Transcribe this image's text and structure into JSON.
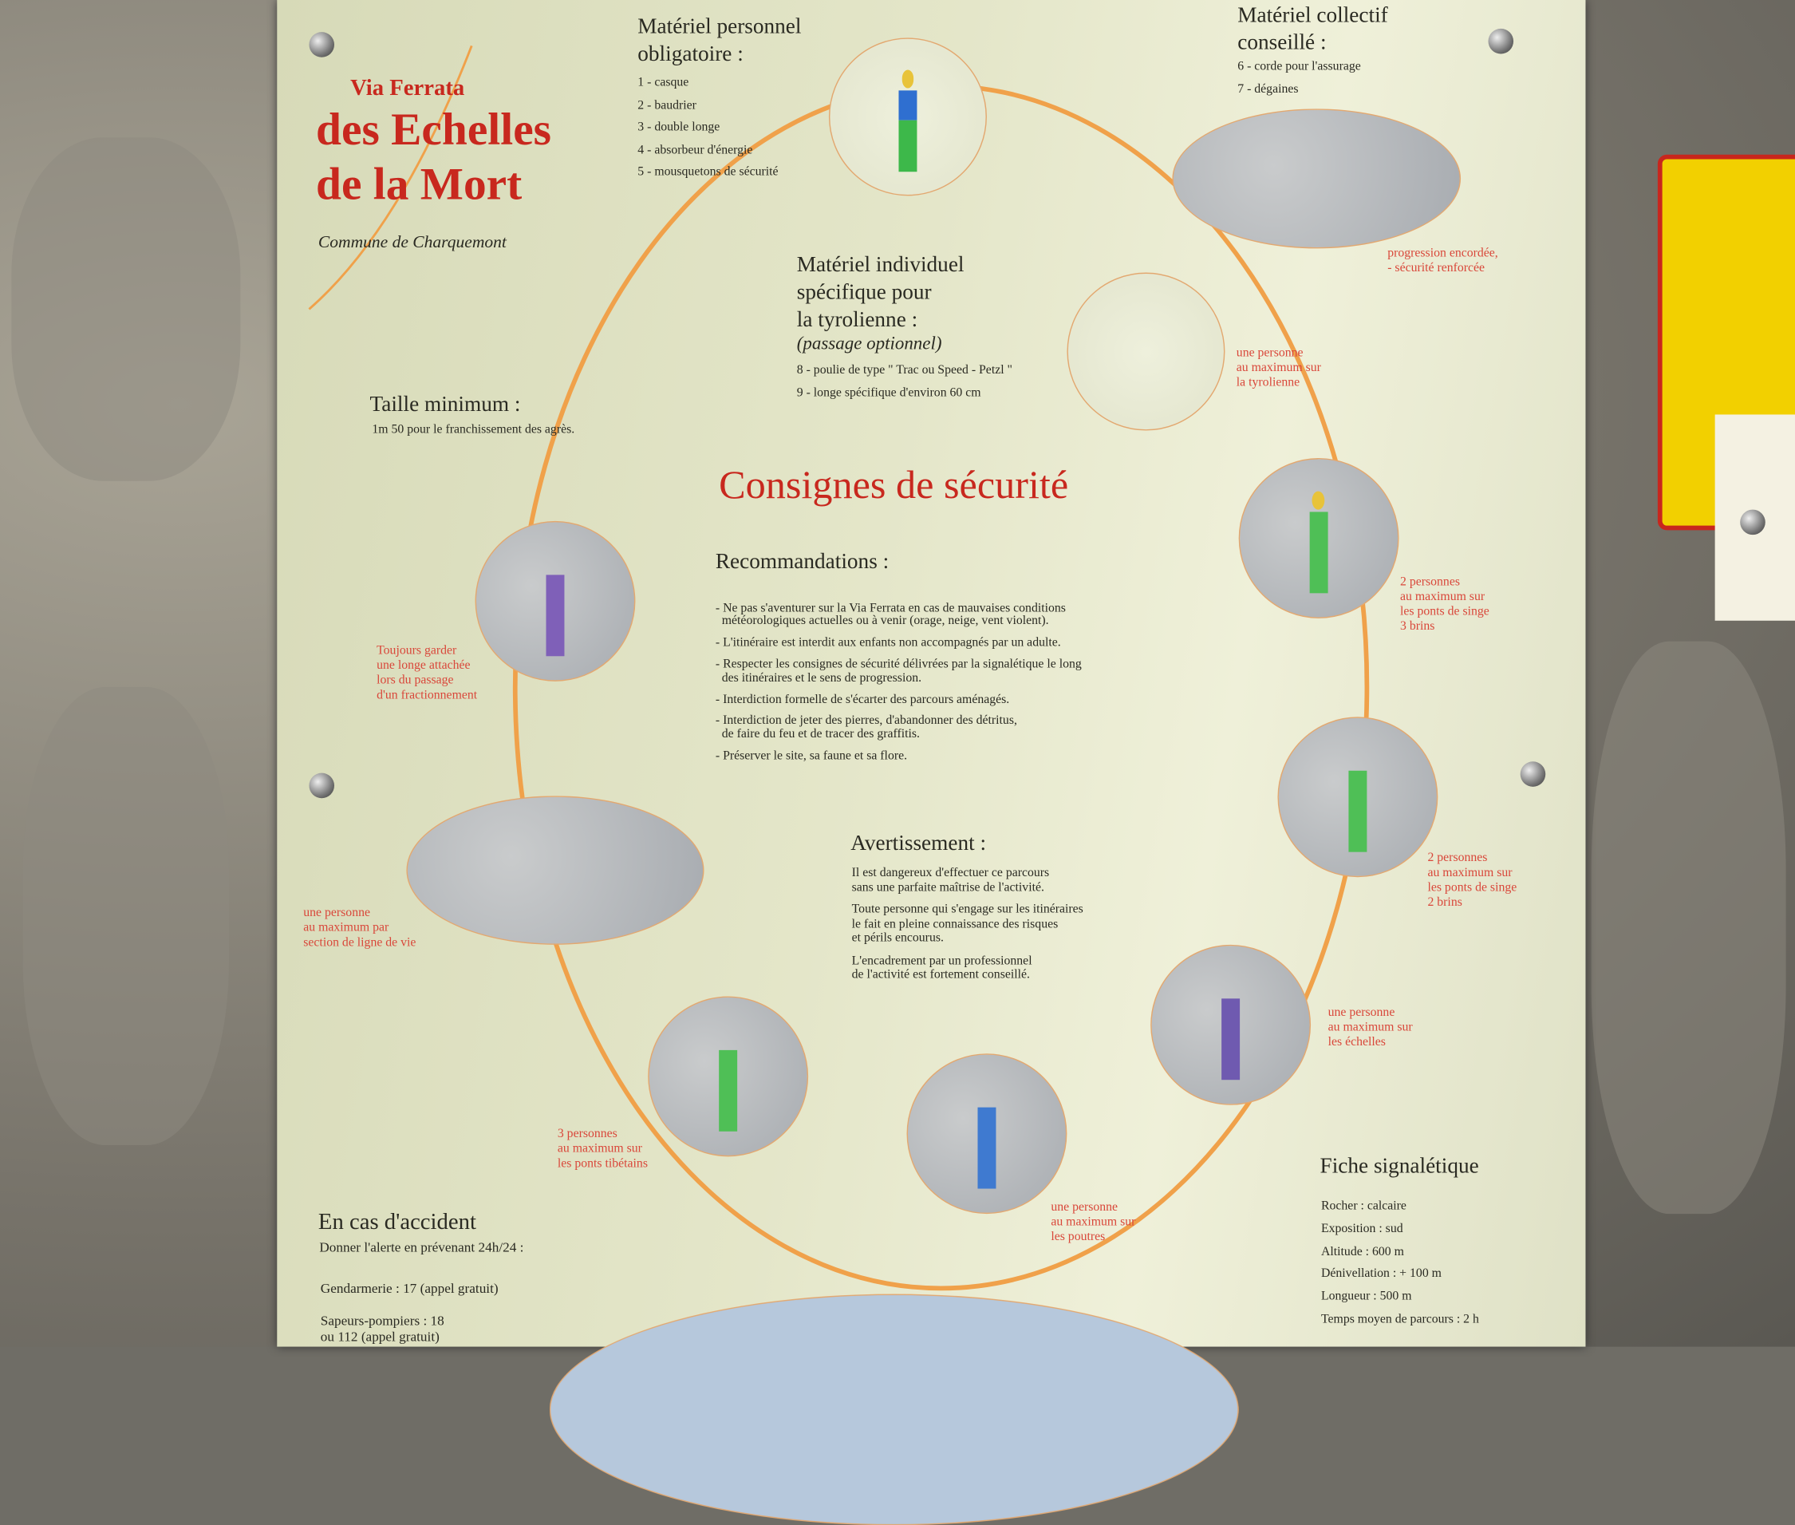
{
  "header": {
    "pre_title": "Via Ferrata",
    "title_line1": "des Echelles",
    "title_line2": "de la Mort",
    "commune": "Commune de Charquemont"
  },
  "materiel_personnel": {
    "title_line1": "Matériel personnel",
    "title_line2": "obligatoire :",
    "items": [
      "1 - casque",
      "2 - baudrier",
      "3 - double longe",
      "4 - absorbeur d'énergie",
      "5 - mousquetons de sécurité"
    ]
  },
  "materiel_collectif": {
    "title_line1": "Matériel collectif",
    "title_line2": "conseillé :",
    "items": [
      "6 - corde pour l'assurage",
      "7 - dégaines"
    ]
  },
  "materiel_tyrolienne": {
    "title_line1": "Matériel individuel",
    "title_line2": "spécifique pour",
    "title_line3": "la tyrolienne :",
    "subtitle": "(passage optionnel)",
    "items": [
      "8 - poulie de type \" Trac ou Speed - Petzl \"",
      "9 - longe spécifique d'environ 60 cm"
    ]
  },
  "taille": {
    "title": "Taille minimum :",
    "text": "1m 50 pour le franchissement des agrès."
  },
  "consignes": {
    "title": "Consignes de sécurité"
  },
  "recommandations": {
    "title": "Recommandations :",
    "items": [
      "- Ne pas s'aventurer sur la Via Ferrata en cas de mauvaises conditions",
      "  météorologiques actuelles ou à venir (orage, neige, vent violent).",
      "- L'itinéraire est interdit aux enfants non accompagnés par un adulte.",
      "- Respecter les consignes de sécurité délivrées par la signalétique le long",
      "  des itinéraires et le sens de progression.",
      "- Interdiction formelle de s'écarter des parcours aménagés.",
      "- Interdiction de jeter des pierres, d'abandonner des détritus,",
      "  de faire du feu et de tracer des graffitis.",
      "- Préserver le site, sa faune et sa flore."
    ]
  },
  "avertissement": {
    "title": "Avertissement :",
    "lines": [
      "Il est dangereux d'effectuer ce parcours",
      "sans une parfaite maîtrise de l'activité.",
      "Toute personne qui s'engage sur les itinéraires",
      "le fait en pleine connaissance des risques",
      "et périls encourus.",
      "L'encadrement par un professionnel",
      "de l'activité est fortement conseillé."
    ]
  },
  "captions": {
    "progression": "progression encordée,\n- sécurité renforcée",
    "tyrolienne": "une personne\nau maximum sur\nla tyrolienne",
    "ponts3": "2 personnes\nau maximum sur\nles ponts de singe\n3 brins",
    "ponts2": "2 personnes\nau maximum sur\nles ponts de singe\n2 brins",
    "echelles": "une personne\nau maximum sur\nles échelles",
    "poutres": "une personne\nau maximum sur\nles poutres",
    "tibetains": "3 personnes\nau maximum sur\nles ponts tibétains",
    "ligne_vie": "une personne\nau maximum par\nsection de ligne de vie",
    "longe": "Toujours garder\nune longe attachée\nlors du passage\nd'un fractionnement"
  },
  "fiche": {
    "title": "Fiche signalétique",
    "items": [
      "Rocher : calcaire",
      "Exposition : sud",
      "Altitude : 600 m",
      "Dénivellation : + 100 m",
      "Longueur : 500 m",
      "Temps moyen de parcours : 2 h"
    ]
  },
  "accident": {
    "title": "En cas d'accident",
    "subtitle": "Donner l'alerte en prévenant 24h/24 :",
    "lines": [
      "Gendarmerie : 17 (appel gratuit)",
      "Sapeurs-pompiers : 18",
      "ou 112 (appel gratuit)"
    ]
  },
  "colors": {
    "accent_red": "#d9473a",
    "path_orange": "#f0a14a",
    "board": "#e4e6c9"
  }
}
